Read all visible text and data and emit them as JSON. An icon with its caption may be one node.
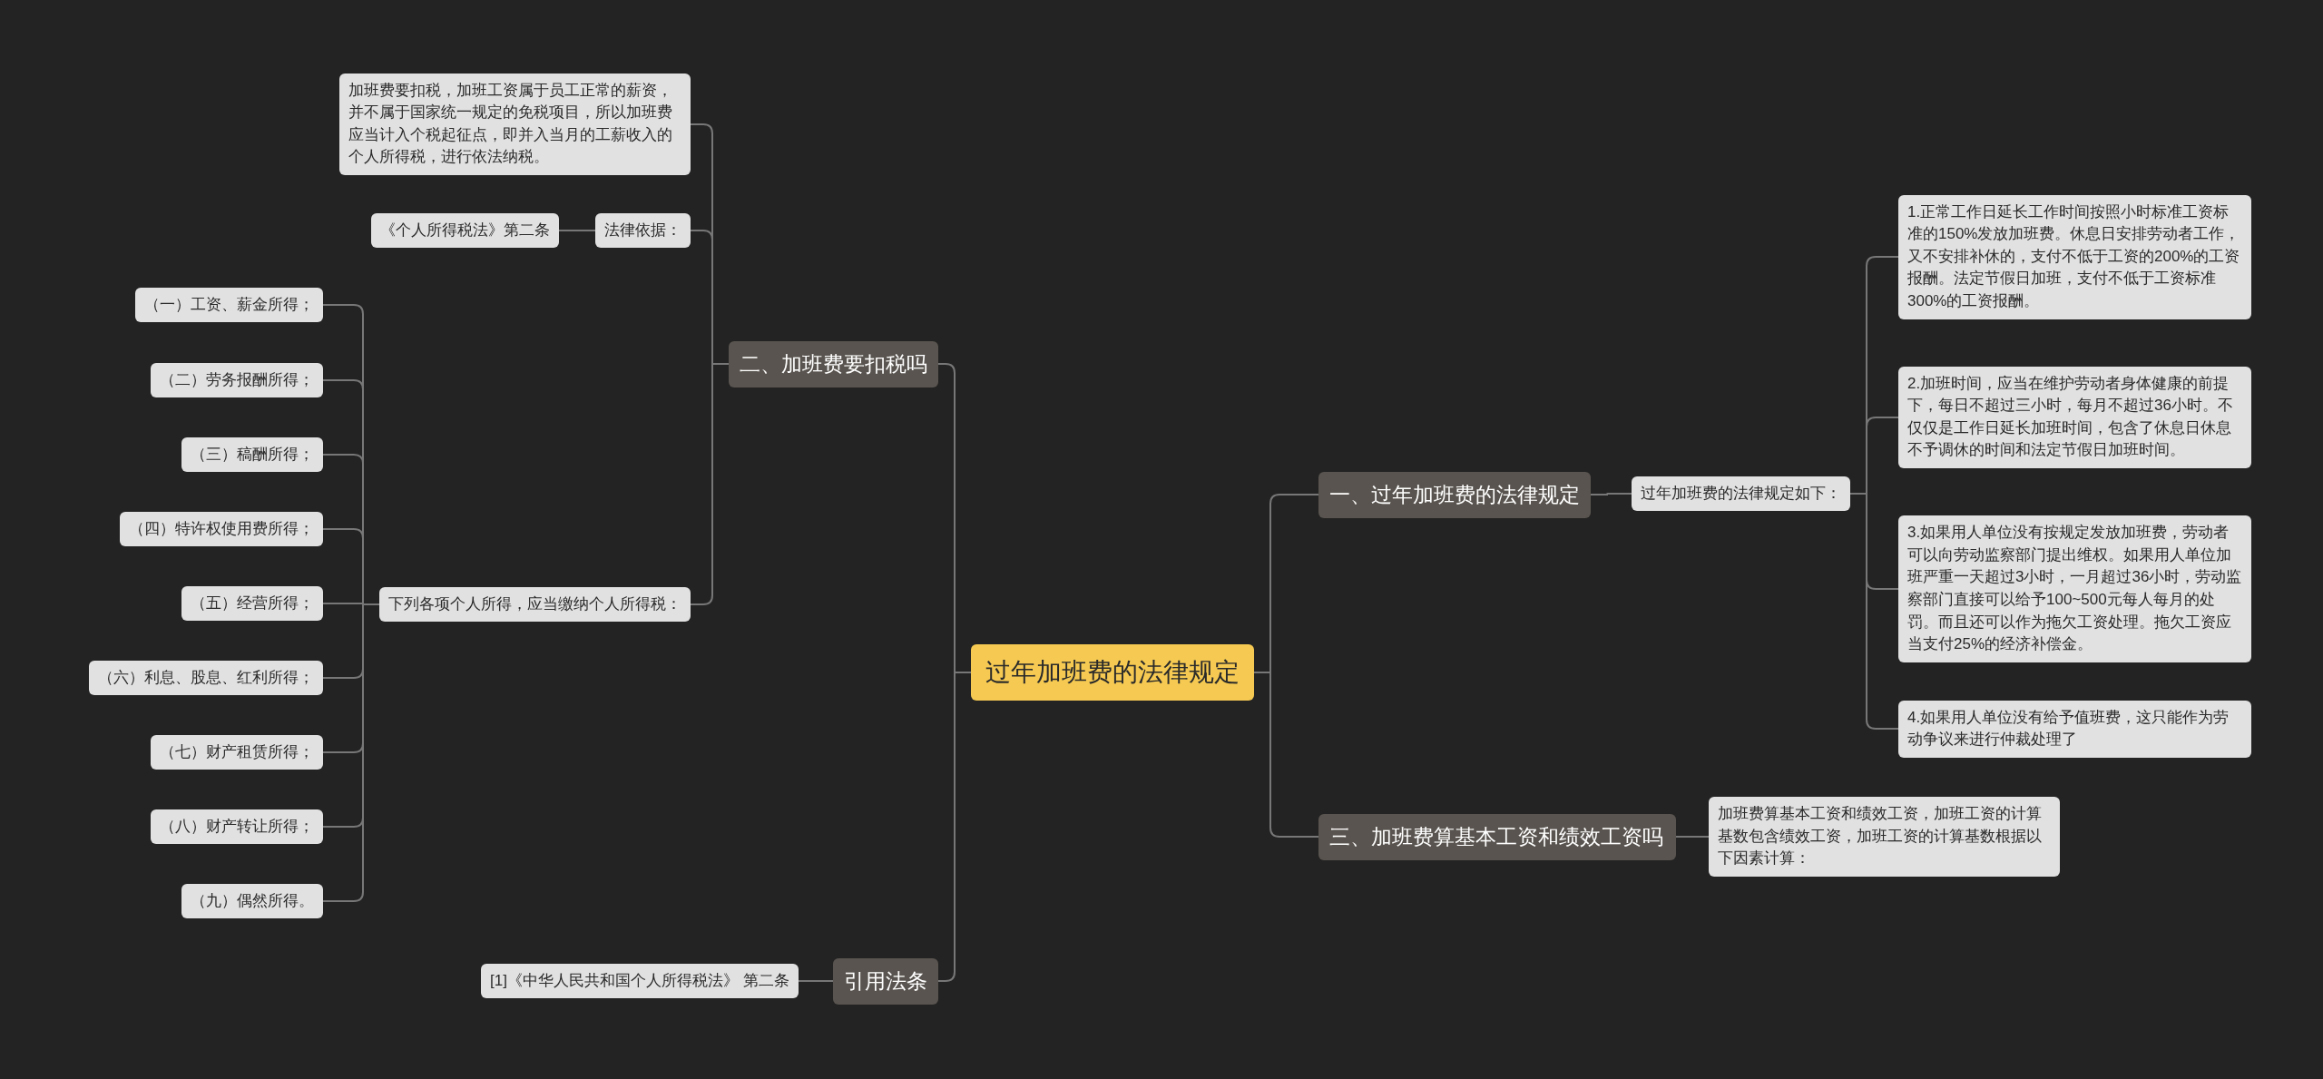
{
  "diagram": {
    "nodes": [
      {
        "text": [
          "过年加班费的法律规定"
        ]
      },
      {
        "text": [
          "一、过年加班费的法律规定"
        ]
      },
      {
        "text": [
          "过年加班费的法律规定如下："
        ]
      },
      {
        "text": [
          "1.正常工作日延长工作时间按照小时标准工资标准的150%发放加班费。休息日安排劳动者工作，又不安排补休的，支付不低于工资的200%的工资报酬。法定节假日加班，支付不低于工资标准300%的工资报酬。"
        ]
      },
      {
        "text": [
          "2.加班时间，应当在维护劳动者身体健康的前提下，每日不超过三小时，每月不超过36小时。不仅仅是工作日延长加班时间，包含了休息日休息不予调休的时间和法定节假日加班时间。"
        ]
      },
      {
        "text": [
          "3.如果用人单位没有按规定发放加班费，劳动者可以向劳动监察部门提出维权。如果用人单位加班严重一天超过3小时，一月超过36小时，劳动监察部门直接可以给予100~500元每人每月的处罚。而且还可以作为拖欠工资处理。拖欠工资应当支付25%的经济补偿金。"
        ]
      },
      {
        "text": [
          "4.如果用人单位没有给予值班费，这只能作为劳动争议来进行仲裁处理了"
        ]
      },
      {
        "text": [
          "三、加班费算基本工资和绩效工资吗"
        ]
      },
      {
        "text": [
          "加班费算基本工资和绩效工资，加班工资的计算基数包含绩效工资，加班工资的计算基数根据以下因素计算："
        ]
      },
      {
        "text": [
          "二、加班费要扣税吗"
        ]
      },
      {
        "text": [
          "加班费要扣税，加班工资属于员工正常的薪资，并不属于国家统一规定的免税项目，所以加班费应当计入个税起征点，即并入当月的工薪收入的个人所得税，进行依法纳税。"
        ]
      },
      {
        "text": [
          "法律依据："
        ]
      },
      {
        "text": [
          "《个人所得税法》第二条"
        ]
      },
      {
        "text": [
          "下列各项个人所得，应当缴纳个人所得税："
        ]
      },
      {
        "text": [
          "（一）工资、薪金所得；"
        ]
      },
      {
        "text": [
          "（二）劳务报酬所得；"
        ]
      },
      {
        "text": [
          "（三）稿酬所得；"
        ]
      },
      {
        "text": [
          "（四）特许权使用费所得；"
        ]
      },
      {
        "text": [
          "（五）经营所得；"
        ]
      },
      {
        "text": [
          "（六）利息、股息、红利所得；"
        ]
      },
      {
        "text": [
          "（七）财产租赁所得；"
        ]
      },
      {
        "text": [
          "（八）财产转让所得；"
        ]
      },
      {
        "text": [
          "（九）偶然所得。"
        ]
      },
      {
        "text": [
          "引用法条"
        ]
      },
      {
        "text": [
          "[1]《中华人民共和国个人所得税法》 第二条"
        ]
      }
    ],
    "edges": [
      {
        "from": 0,
        "to": 1,
        "arrow": "none"
      },
      {
        "from": 1,
        "to": 2,
        "arrow": "none"
      },
      {
        "from": 2,
        "to": 3,
        "arrow": "none"
      },
      {
        "from": 2,
        "to": 4,
        "arrow": "none"
      },
      {
        "from": 2,
        "to": 5,
        "arrow": "none"
      },
      {
        "from": 2,
        "to": 6,
        "arrow": "none"
      },
      {
        "from": 0,
        "to": 7,
        "arrow": "none"
      },
      {
        "from": 7,
        "to": 8,
        "arrow": "none"
      },
      {
        "from": 0,
        "to": 9,
        "arrow": "none"
      },
      {
        "from": 9,
        "to": 10,
        "arrow": "none"
      },
      {
        "from": 9,
        "to": 11,
        "arrow": "none"
      },
      {
        "from": 11,
        "to": 12,
        "arrow": "none"
      },
      {
        "from": 9,
        "to": 13,
        "arrow": "none"
      },
      {
        "from": 13,
        "to": 14,
        "arrow": "none"
      },
      {
        "from": 13,
        "to": 15,
        "arrow": "none"
      },
      {
        "from": 13,
        "to": 16,
        "arrow": "none"
      },
      {
        "from": 13,
        "to": 17,
        "arrow": "none"
      },
      {
        "from": 13,
        "to": 18,
        "arrow": "none"
      },
      {
        "from": 13,
        "to": 19,
        "arrow": "none"
      },
      {
        "from": 13,
        "to": 20,
        "arrow": "none"
      },
      {
        "from": 13,
        "to": 21,
        "arrow": "none"
      },
      {
        "from": 13,
        "to": 22,
        "arrow": "none"
      },
      {
        "from": 0,
        "to": 23,
        "arrow": "none"
      },
      {
        "from": 23,
        "to": 24,
        "arrow": "none"
      }
    ]
  }
}
